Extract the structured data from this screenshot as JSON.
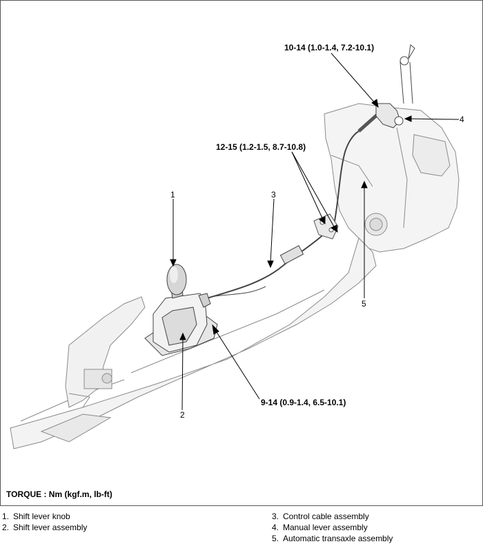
{
  "callouts": {
    "c1": "1",
    "c2": "2",
    "c3": "3",
    "c4": "4",
    "c5": "5"
  },
  "torques": {
    "cable_bracket": "10-14 (1.0-1.4, 7.2-10.1)",
    "console_cable": "12-15 (1.2-1.5, 8.7-10.8)",
    "lever_mount": "9-14 (0.9-1.4, 6.5-10.1)"
  },
  "torque_unit": "TORQUE : Nm (kgf.m, lb-ft)",
  "legend": [
    {
      "num": "1.",
      "label": "Shift lever knob"
    },
    {
      "num": "2.",
      "label": "Shift lever assembly"
    },
    {
      "num": "3.",
      "label": "Control cable assembly"
    },
    {
      "num": "4.",
      "label": "Manual lever assembly"
    },
    {
      "num": "5.",
      "label": "Automatic transaxle assembly"
    }
  ]
}
